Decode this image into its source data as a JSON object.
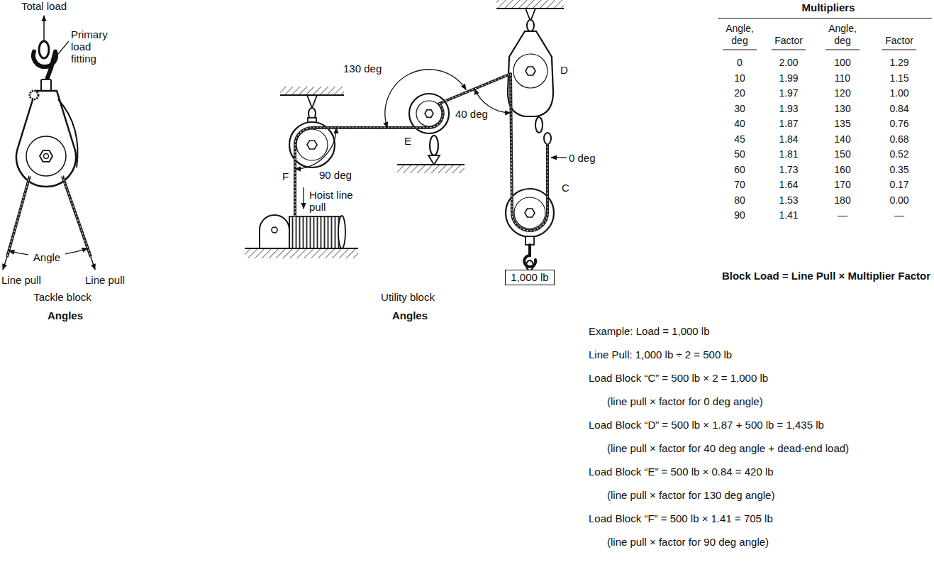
{
  "diagram": {
    "nodes": [
      {
        "text": [
          "1,000 lb"
        ]
      }
    ],
    "labels": [
      "Total load",
      "Primary load fitting",
      "Angle",
      "Line pull",
      "Line pull",
      "Tackle block",
      "Angles",
      "130 deg",
      "D",
      "40 deg",
      "0 deg",
      "C",
      "F",
      "90 deg",
      "E",
      "Hoist line pull",
      "Utility block",
      "Angles",
      "Multipliers",
      "Angle, deg",
      "Factor",
      "Angle, deg",
      "Factor",
      "0",
      "2.00",
      "100",
      "1.29",
      "10",
      "1.99",
      "110",
      "1.15",
      "20",
      "1.97",
      "120",
      "1.00",
      "30",
      "1.93",
      "130",
      "0.84",
      "40",
      "1.87",
      "135",
      "0.76",
      "45",
      "1.84",
      "140",
      "0.68",
      "50",
      "1.81",
      "150",
      "0.52",
      "60",
      "1.73",
      "160",
      "0.35",
      "70",
      "1.64",
      "170",
      "0.17",
      "80",
      "1.53",
      "180",
      "0.00",
      "90",
      "1.41",
      "—",
      "—",
      "Block Load = Line Pull × Multiplier Factor",
      "Example: Load = 1,000 lb",
      "Line Pull: 1,000 lb ÷ 2 = 500 lb",
      "Load Block “C” = 500 lb × 2 = 1,000 lb",
      "(line pull × factor for 0 deg angle)",
      "Load Block “D” = 500 lb × 1.87 + 500 lb = 1,435 lb",
      "(line pull × factor for 40 deg angle + dead-end load)",
      "Load Block “E” = 500 lb × 0.84 = 420 lb",
      "(line pull × factor for 130 deg angle)",
      "Load Block “F” = 500 lb × 1.41 = 705 lb",
      "(line pull × factor for 90 deg angle)"
    ]
  }
}
